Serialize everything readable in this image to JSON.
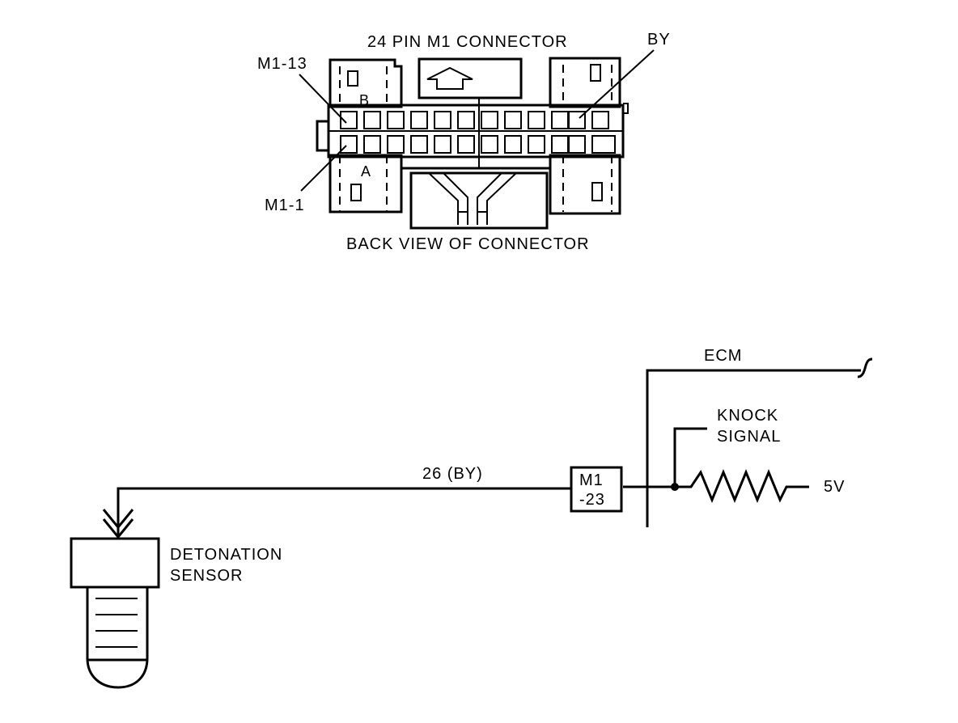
{
  "connector": {
    "title": "24 PIN M1 CONNECTOR",
    "caption": "BACK VIEW OF CONNECTOR",
    "pin_top_label": "M1-13",
    "pin_bottom_label": "M1-1",
    "wire_color_label": "BY",
    "row_b_label": "B",
    "row_a_label": "A"
  },
  "circuit": {
    "ecm_label": "ECM",
    "knock_line1": "KNOCK",
    "knock_line2": "SIGNAL",
    "voltage_label": "5V",
    "wire_label": "26 (BY)",
    "terminal_line1": "M1",
    "terminal_line2": "-23",
    "sensor_line1": "DETONATION",
    "sensor_line2": "SENSOR"
  }
}
